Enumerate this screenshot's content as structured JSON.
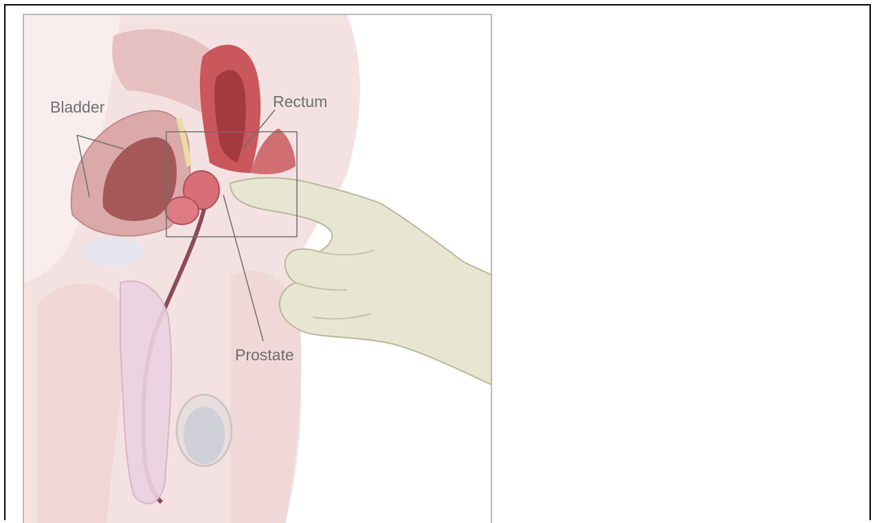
{
  "figure": {
    "labels": {
      "bladder": "Bladder",
      "rectum": "Rectum",
      "prostate": "Prostate"
    }
  },
  "colors": {
    "skin": "#f3dede",
    "skin_dark": "#e8c6c6",
    "bladder_wall": "#d9a7a7",
    "bladder_inner": "#a85a5a",
    "rectum": "#b8484b",
    "prostate": "#d9737a",
    "glove": "#e7e6d2",
    "testis": "#cfcfd6",
    "label_text": "#6e6e6e"
  }
}
